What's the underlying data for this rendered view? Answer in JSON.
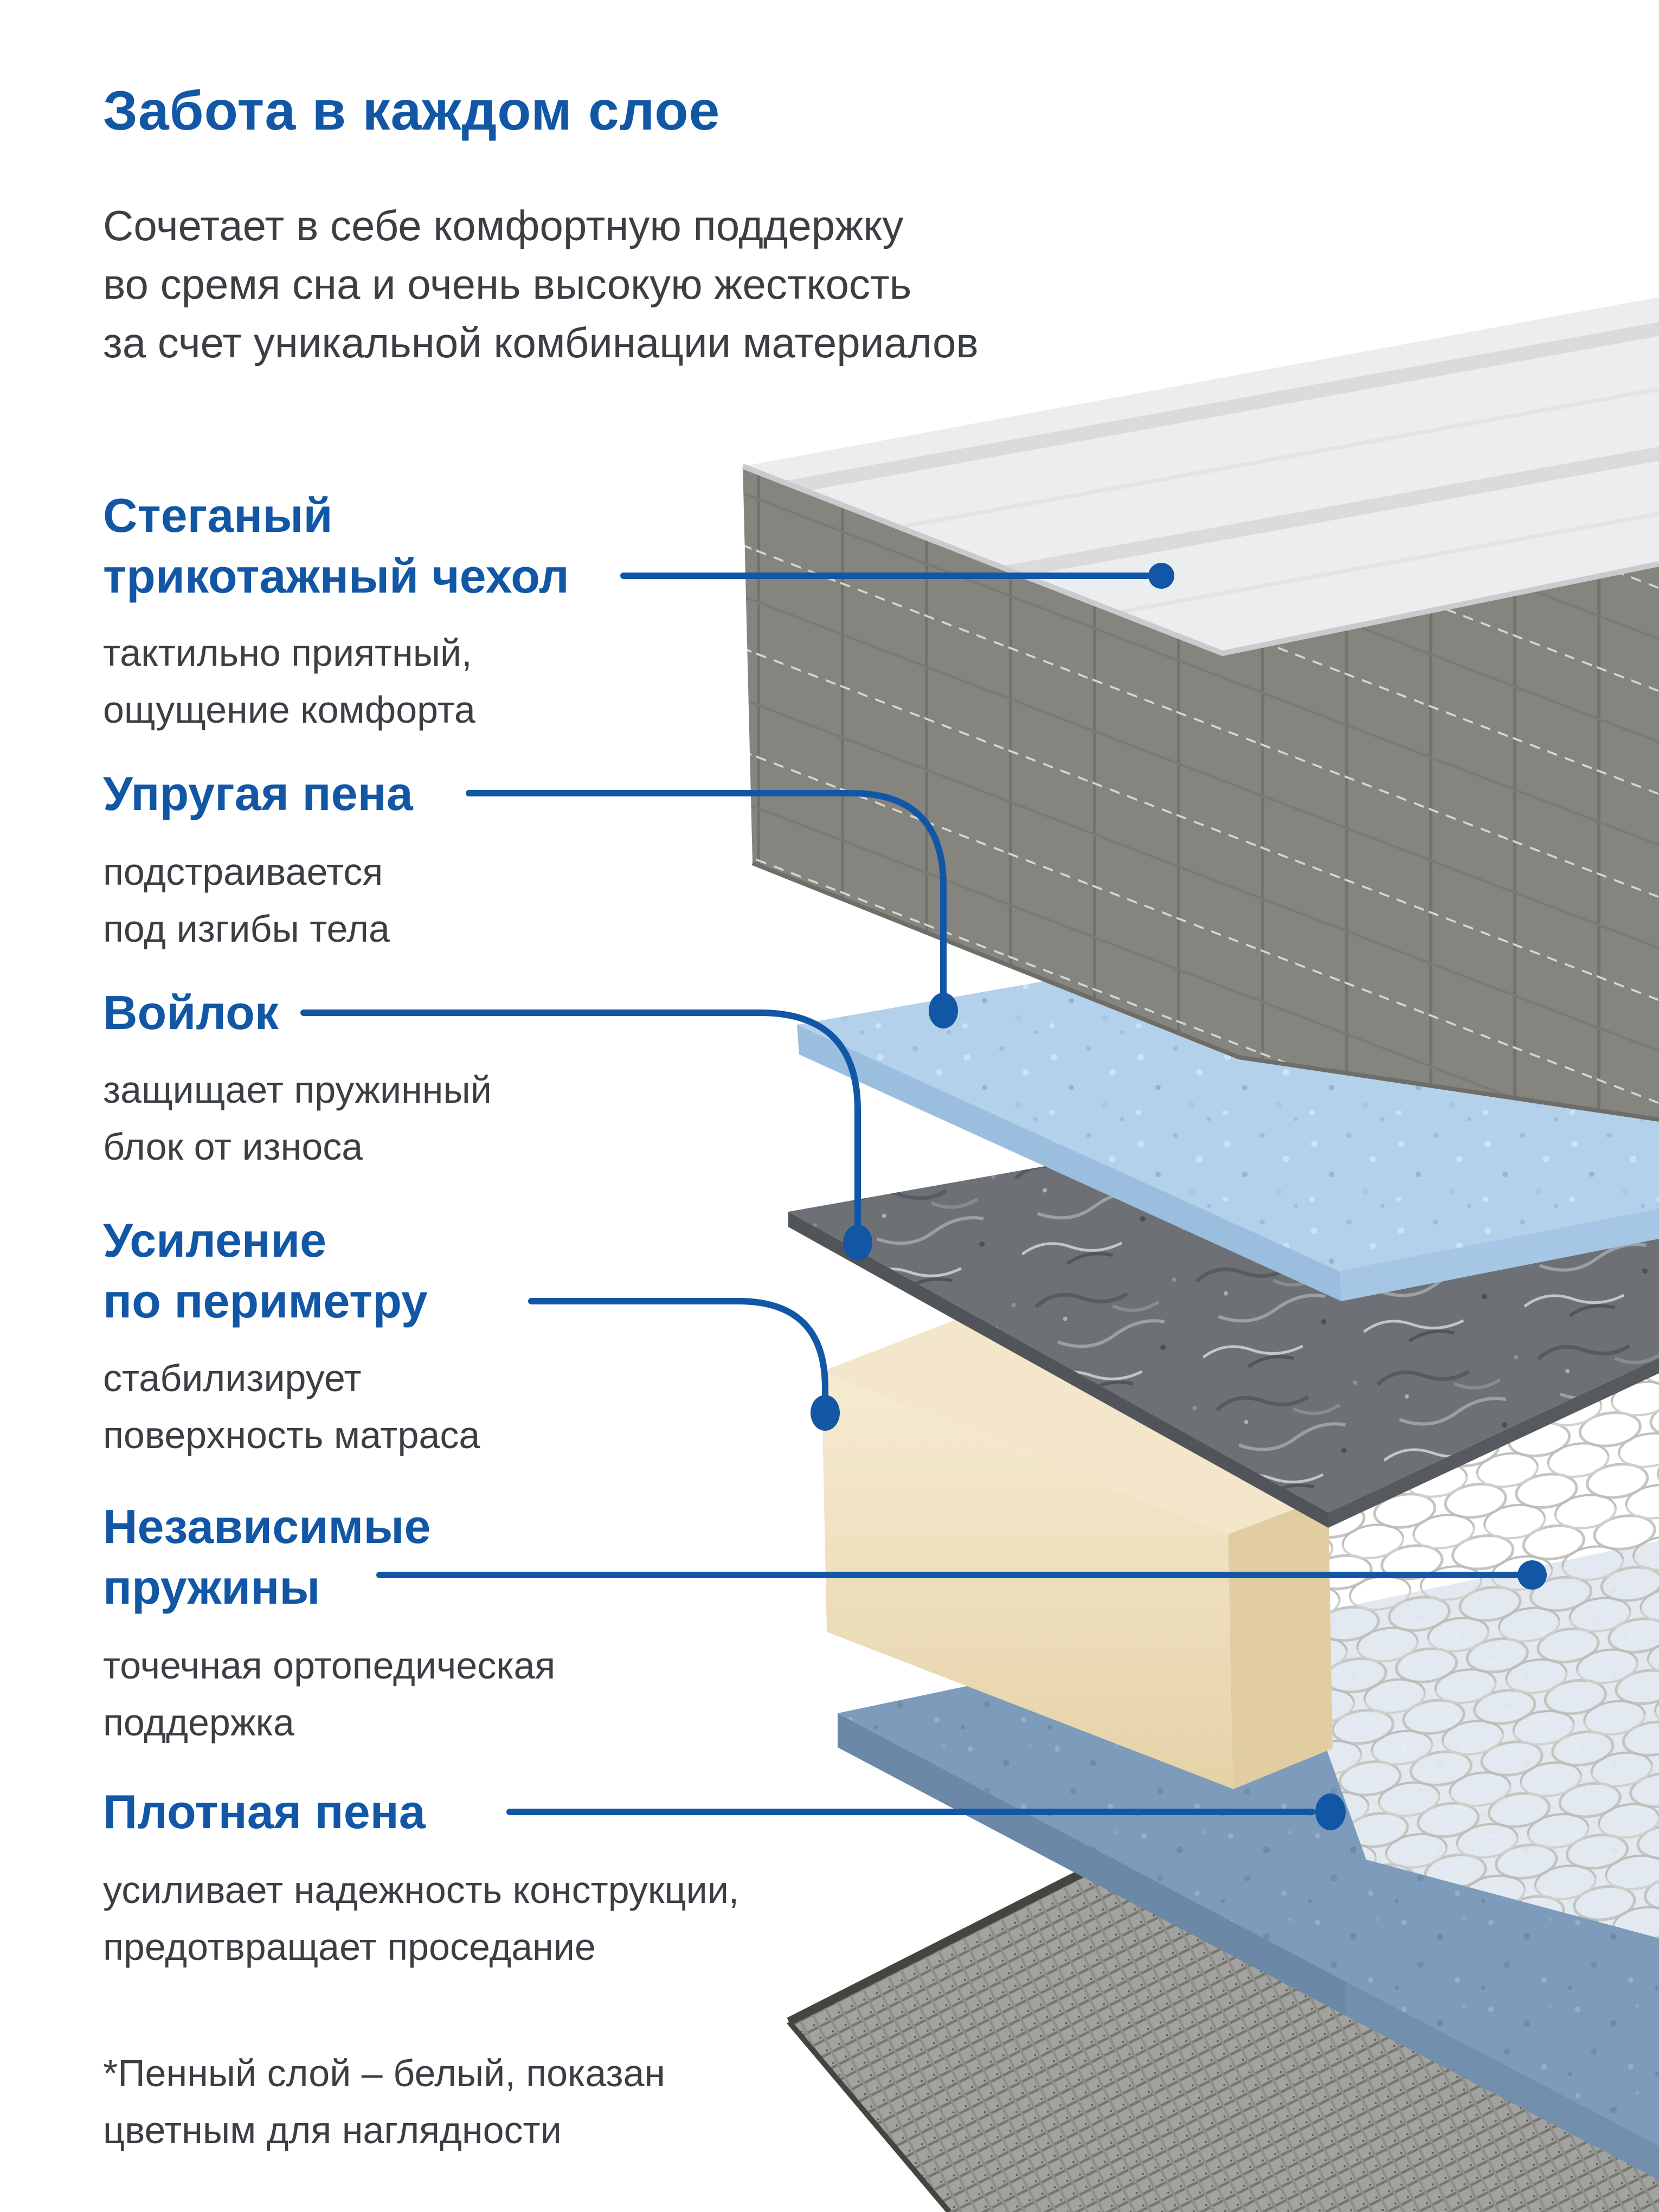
{
  "title": "Забота в каждом слое",
  "intro": {
    "lines": [
      "Сочетает в себе комфортную поддержку",
      "во сремя сна и очень высокую жесткость",
      "за счет уникальной комбинации материалов"
    ]
  },
  "layers": [
    {
      "id": "quilted-cover",
      "name": [
        "Стеганый",
        "трикотажный чехол"
      ],
      "desc": [
        "тактильно приятный,",
        "ощущение комфорта"
      ]
    },
    {
      "id": "elastic-foam",
      "name": [
        "Упругая пена"
      ],
      "desc": [
        "подстраивается",
        "под изгибы тела"
      ]
    },
    {
      "id": "felt",
      "name": [
        "Войлок"
      ],
      "desc": [
        "защищает пружинный",
        "блок от износа"
      ]
    },
    {
      "id": "perimeter-reinforcement",
      "name": [
        "Усиление",
        "по периметру"
      ],
      "desc": [
        "стабилизирует",
        "поверхность матраса"
      ]
    },
    {
      "id": "independent-springs",
      "name": [
        "Независимые",
        "пружины"
      ],
      "desc": [
        "точечная ортопедическая",
        "поддержка"
      ]
    },
    {
      "id": "dense-foam",
      "name": [
        "Плотная пена"
      ],
      "desc": [
        "усиливает надежность конструкции,",
        "предотвращает проседание"
      ]
    }
  ],
  "footnote": {
    "lines": [
      "*Пенный слой – белый, показан",
      "цветным для наглядности"
    ]
  },
  "colors": {
    "accent": "#1257a5",
    "body_text": "#3b3f44",
    "cover_top": "#ebedee",
    "cover_side": "#85847e",
    "elastic_foam": "#b4d1ec",
    "felt": "#6d7176",
    "perimeter_foam": "#f3e6cb",
    "springs_coil": "#c4c4c0",
    "dense_foam": "#7d9bba",
    "base_fabric": "#a2a29f"
  }
}
